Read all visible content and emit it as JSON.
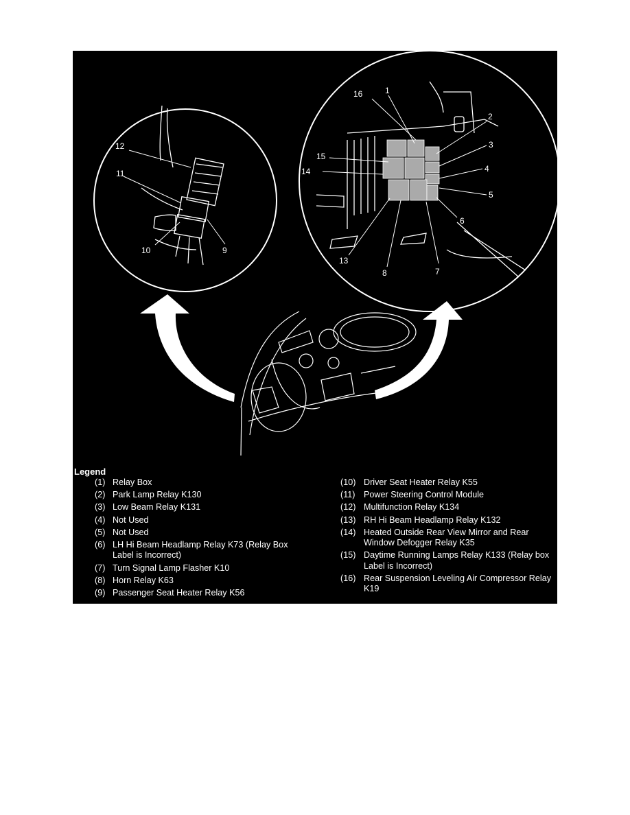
{
  "callouts_left": [
    "12",
    "11",
    "10",
    "9"
  ],
  "callouts_right": [
    "16",
    "1",
    "2",
    "3",
    "15",
    "14",
    "4",
    "5",
    "6",
    "13",
    "8",
    "7"
  ],
  "legend": {
    "title": "Legend",
    "left_items": [
      {
        "num": "(1)",
        "text": "Relay Box"
      },
      {
        "num": "(2)",
        "text": "Park Lamp Relay K130"
      },
      {
        "num": "(3)",
        "text": "Low Beam Relay K131"
      },
      {
        "num": "(4)",
        "text": "Not Used"
      },
      {
        "num": "(5)",
        "text": "Not Used"
      },
      {
        "num": "(6)",
        "text": "LH Hi Beam Headlamp Relay K73 (Relay Box Label is Incorrect)"
      },
      {
        "num": "(7)",
        "text": "Turn Signal Lamp Flasher K10"
      },
      {
        "num": "(8)",
        "text": "Horn Relay K63"
      },
      {
        "num": "(9)",
        "text": "Passenger Seat Heater Relay K56"
      }
    ],
    "right_items": [
      {
        "num": "(10)",
        "text": "Driver Seat Heater Relay K55"
      },
      {
        "num": "(11)",
        "text": "Power Steering Control Module"
      },
      {
        "num": "(12)",
        "text": "Multifunction Relay K134"
      },
      {
        "num": "(13)",
        "text": "RH Hi Beam Headlamp Relay K132"
      },
      {
        "num": "(14)",
        "text": "Heated Outside Rear View Mirror and Rear Window Defogger Relay K35"
      },
      {
        "num": "(15)",
        "text": "Daytime Running Lamps Relay K133 (Relay box Label is Incorrect)"
      },
      {
        "num": "(16)",
        "text": "Rear Suspension Leveling Air Compressor Relay K19"
      }
    ]
  }
}
